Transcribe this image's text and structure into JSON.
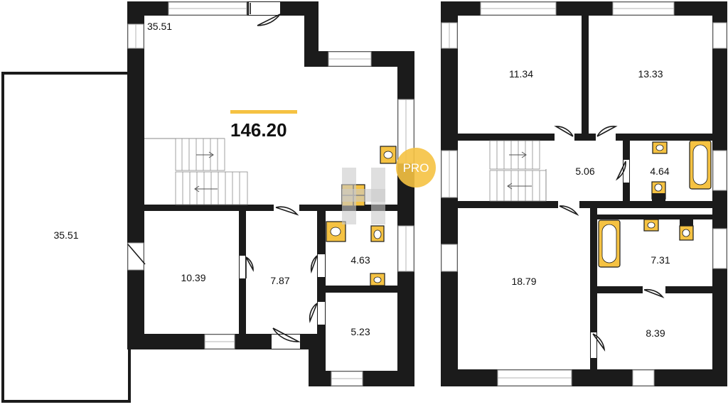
{
  "plan": {
    "total_area": "146.20",
    "accent_color": "#f5c242",
    "wall_color": "#1b1b1b",
    "watermark": {
      "text": "PRO",
      "circle_color": "#f5c242"
    },
    "rooms_floor_1": [
      {
        "id": "terrace",
        "area": "35.51"
      },
      {
        "id": "hall-living",
        "area": "35.51"
      },
      {
        "id": "room-a",
        "area": "10.39"
      },
      {
        "id": "corridor",
        "area": "7.87"
      },
      {
        "id": "bath-1",
        "area": "4.63"
      },
      {
        "id": "room-b",
        "area": "5.23"
      }
    ],
    "rooms_floor_2": [
      {
        "id": "bedroom-1",
        "area": "11.34"
      },
      {
        "id": "bedroom-2",
        "area": "13.33"
      },
      {
        "id": "hall-2",
        "area": "5.06"
      },
      {
        "id": "bath-2",
        "area": "4.64"
      },
      {
        "id": "bedroom-3",
        "area": "18.79"
      },
      {
        "id": "bath-3",
        "area": "7.31"
      },
      {
        "id": "room-c",
        "area": "8.39"
      }
    ]
  }
}
